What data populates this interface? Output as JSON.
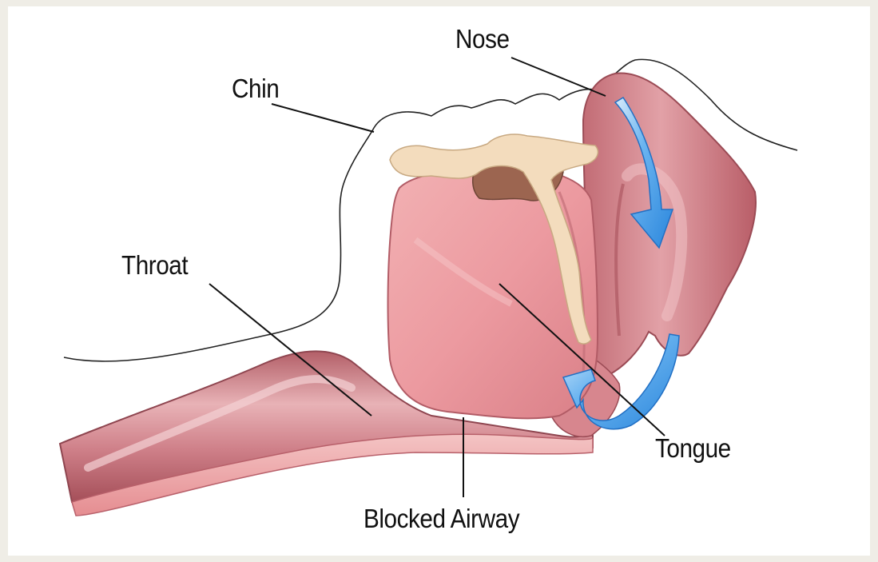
{
  "labels": {
    "nose": "Nose",
    "chin": "Chin",
    "throat": "Throat",
    "tongue": "Tongue",
    "blocked_airway": "Blocked Airway"
  },
  "colors": {
    "background_border": "#efede6",
    "panel": "#ffffff",
    "tissue": "#c9777f",
    "tissue_light": "#e7a5ac",
    "tongue": "#f0a0a5",
    "bone": "#f3dcbd",
    "cavity": "#a06a52",
    "arrow": "#3b95e4"
  }
}
